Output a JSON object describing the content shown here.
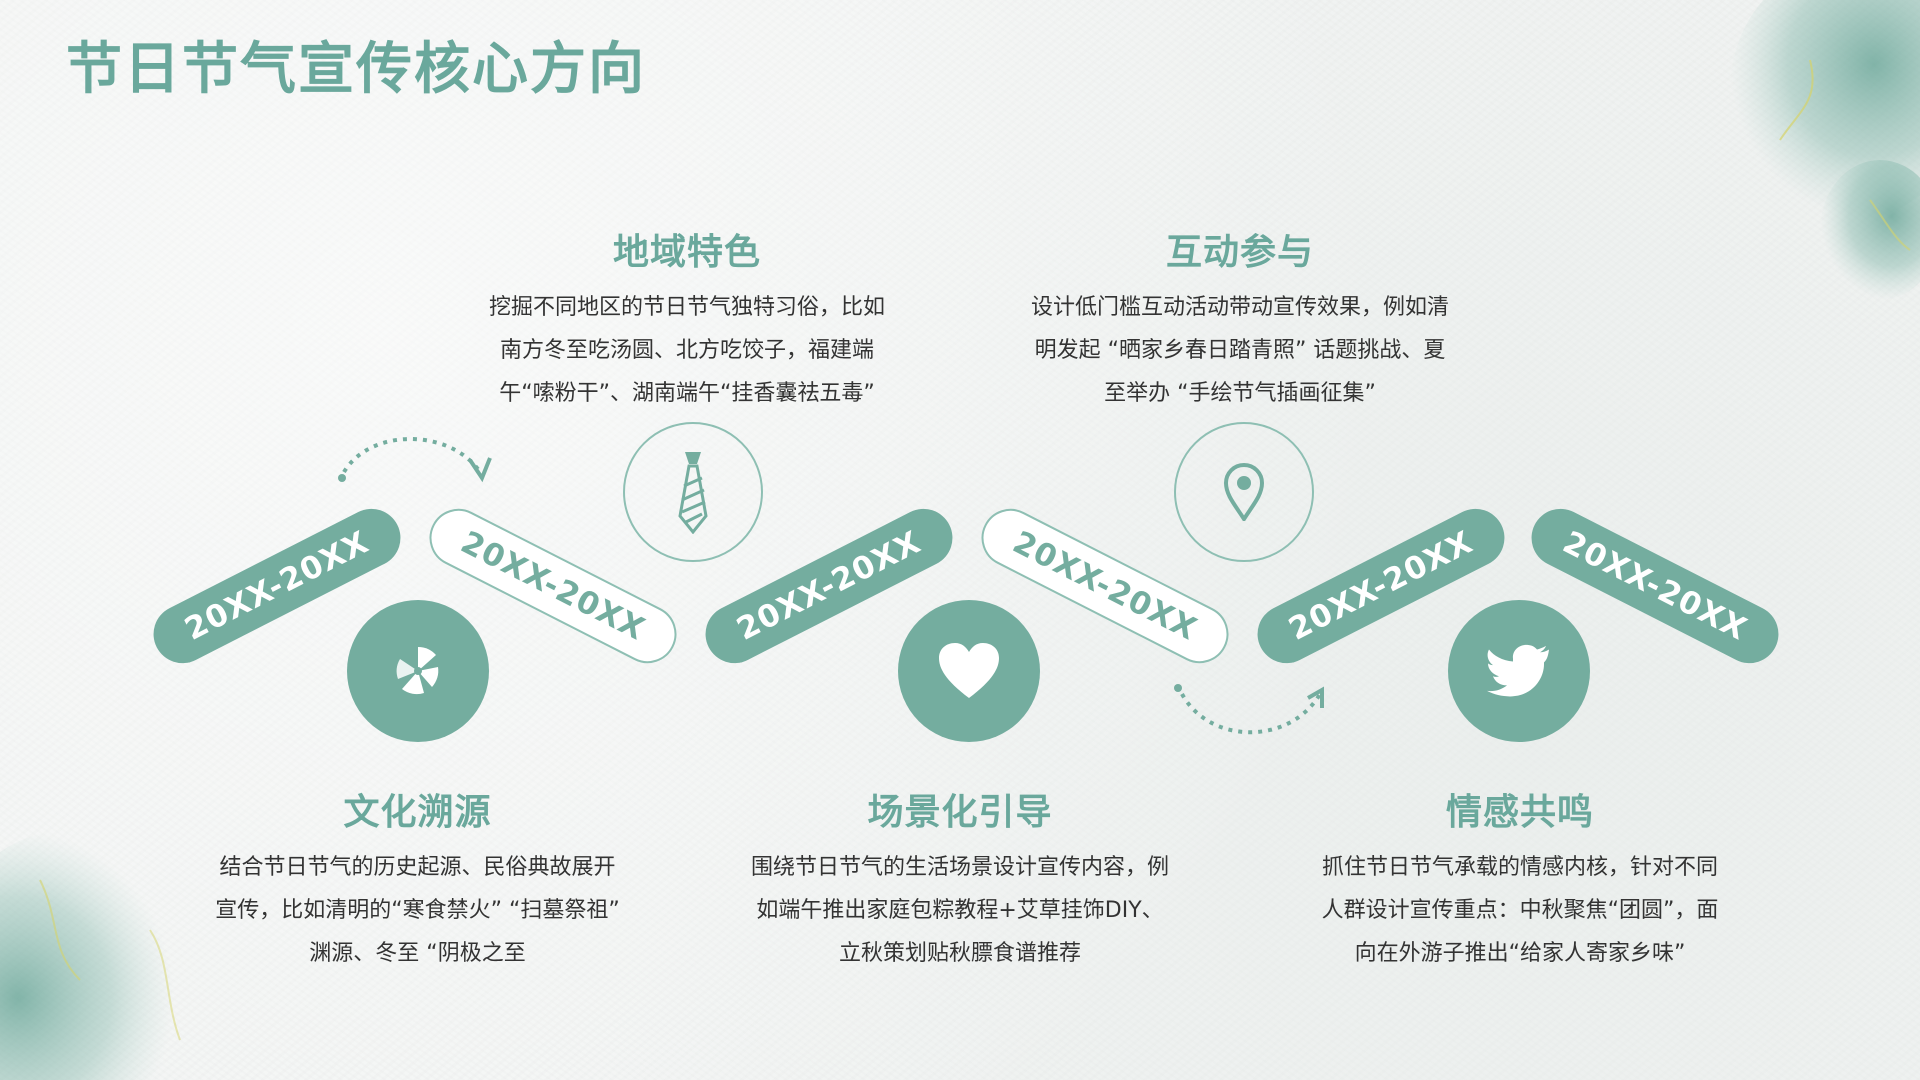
{
  "title": "节日节气宣传核心方向",
  "period_label": "20XX-20XX",
  "colors": {
    "accent": "#74ad9f",
    "title": "#6aa89c",
    "text": "#333333"
  },
  "sections": [
    {
      "heading": "文化溯源",
      "text": "结合节日节气的历史起源、民俗典故展开宣传，比如清明的“寒食禁火” “扫墓祭祖” 渊源、冬至 “阴极之至",
      "icon": "pinwheel-icon"
    },
    {
      "heading": "地域特色",
      "text": "挖掘不同地区的节日节气独特习俗，比如南方冬至吃汤圆、北方吃饺子，福建端午“嗦粉干”、湖南端午“挂香囊祛五毒”",
      "icon": "necktie-icon"
    },
    {
      "heading": "场景化引导",
      "text": "围绕节日节气的生活场景设计宣传内容，例如端午推出家庭包粽教程+艾草挂饰DIY、立秋策划贴秋膘食谱推荐",
      "icon": "heart-icon"
    },
    {
      "heading": "互动参与",
      "text": "设计低门槛互动活动带动宣传效果，例如清明发起 “晒家乡春日踏青照” 话题挑战、夏至举办 “手绘节气插画征集”",
      "icon": "location-pin-icon"
    },
    {
      "heading": "情感共鸣",
      "text": "抓住节日节气承载的情感内核，针对不同人群设计宣传重点：中秋聚焦“团圆”，面向在外游子推出“给家人寄家乡味”",
      "icon": "bird-icon"
    }
  ]
}
